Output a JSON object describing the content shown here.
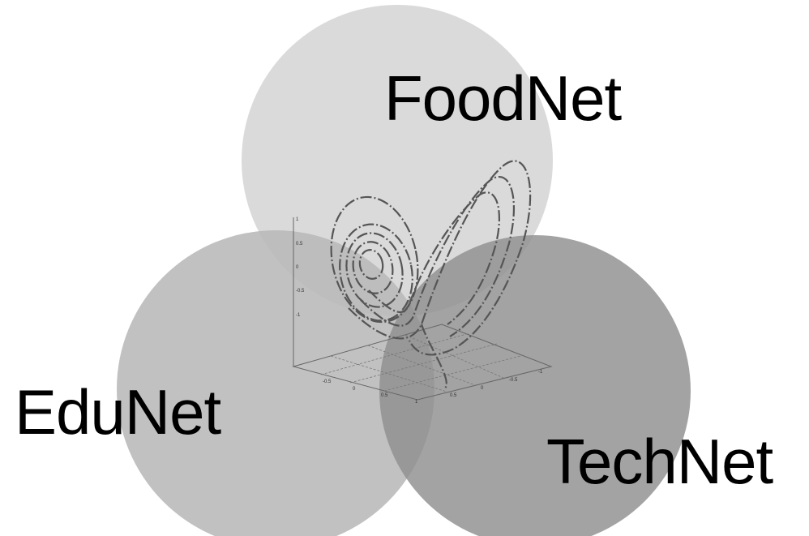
{
  "venn": {
    "circles": [
      {
        "id": "foodnet",
        "label": "FoodNet",
        "color": "#dadada"
      },
      {
        "id": "edunet",
        "label": "EduNet",
        "color": "#b8b8b8"
      },
      {
        "id": "technet",
        "label": "TechNet",
        "color": "#999999"
      }
    ]
  },
  "graphic": {
    "icon": "lorenz-attractor-3d-plot",
    "line_color": "#555555",
    "z_ticks": [
      "1",
      "0.5",
      "0",
      "-0.5",
      "-1"
    ],
    "x_ticks": [
      "-0.5",
      "0",
      "0.5",
      "1"
    ],
    "y_ticks": [
      "0.5",
      "0",
      "-0.5",
      "-1"
    ]
  }
}
